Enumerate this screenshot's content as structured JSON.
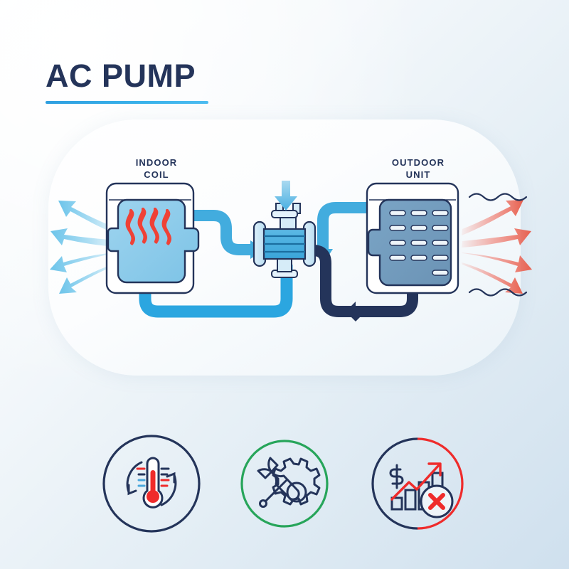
{
  "poster": {
    "title": "AC PUMP",
    "background_top": "#fdfefe",
    "background_bottom": "#cfe0ee",
    "accent_color": "#2f9fe0",
    "title_color": "#24345a"
  },
  "diagram": {
    "indoor_label": "INDOOR\nCOIL",
    "outdoor_label": "OUTDOOR\nUNIT",
    "cool_air_color": "#6cc4ea",
    "hot_air_color": "#ef7a6e",
    "heat_wave_color": "#ef4136",
    "liquid_line_color": "#2ba6e0",
    "gas_line_color": "#24345a",
    "indoor_coil_fill": "#8fcdec",
    "outdoor_unit_fill": "#6f9abd",
    "outline_color": "#24345a",
    "cool_air_arrow_count": 4,
    "hot_air_arrow_count": 4,
    "heat_wave_count": 4,
    "outdoor_vent_rows": 5,
    "outdoor_vent_columns": 3
  },
  "features": [
    {
      "name": "temperature-control",
      "icon": "thermometer-cycle-icon",
      "ring_color": "#24345a",
      "accent_color": "#ef4136"
    },
    {
      "name": "maintenance",
      "icon": "wrench-gear-icon",
      "ring_color": "#2aa council",
      "accent_color": "#24345a"
    },
    {
      "name": "cost-savings",
      "icon": "cost-chart-blocked-icon",
      "ring_color": "#24345a",
      "accent_color": "#ef2b2b"
    }
  ]
}
